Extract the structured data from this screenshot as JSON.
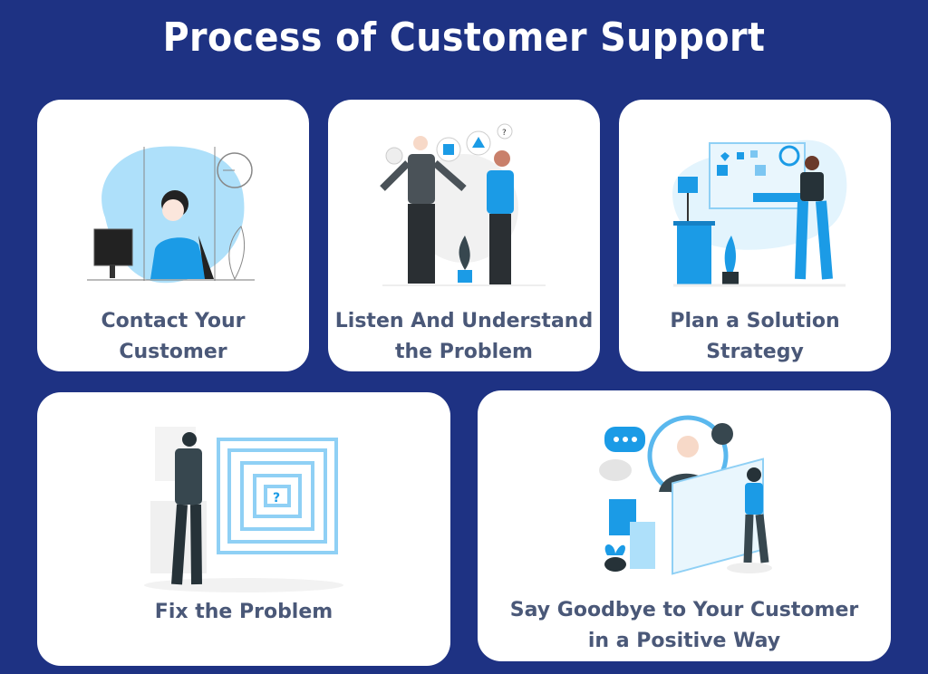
{
  "title": "Process of Customer Support",
  "colors": {
    "background": "#1e3283",
    "card": "#ffffff",
    "text": "#4a5878",
    "accent": "#1b9be6",
    "light_accent": "#b5e0f8"
  },
  "steps": [
    {
      "line1": "Contact Your",
      "line2": "Customer",
      "illustration": "call-center-agent-icon"
    },
    {
      "line1": "Listen And Understand",
      "line2": "the Problem",
      "illustration": "conversation-icon"
    },
    {
      "line1": "Plan a Solution",
      "line2": "Strategy",
      "illustration": "planning-board-icon"
    },
    {
      "line1": "Fix the Problem",
      "line2": "",
      "illustration": "maze-icon"
    },
    {
      "line1": "Say Goodbye to Your Customer",
      "line2": "in a Positive Way",
      "illustration": "online-support-icon"
    }
  ]
}
